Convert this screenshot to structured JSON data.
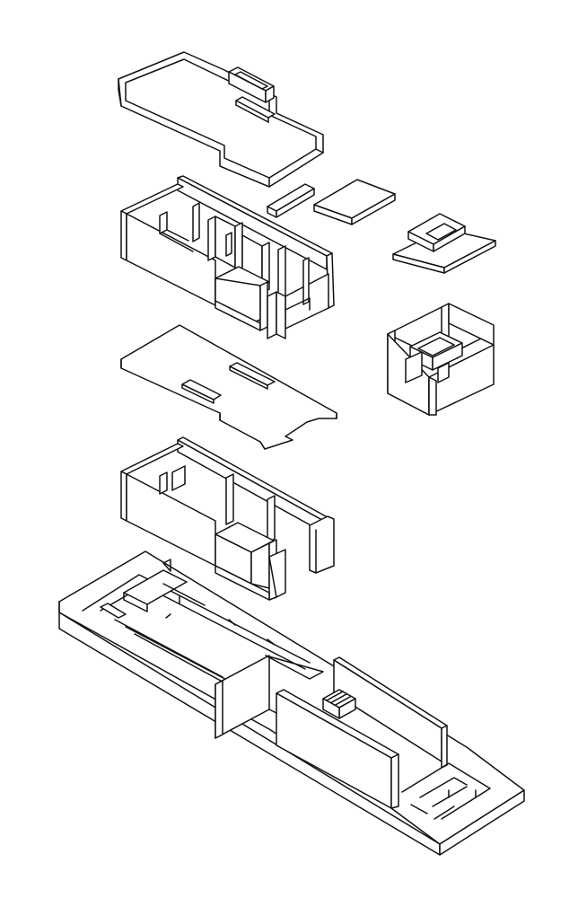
{
  "drawing": {
    "kind": "exploded axonometric building diagram",
    "line_color": "#111111",
    "background": "#ffffff",
    "components": [
      "roof-slab",
      "upper-walls",
      "skylight-panels",
      "annex-roof",
      "annex-walls",
      "intermediate-floor-slab",
      "lower-walls",
      "ground-plinth"
    ]
  }
}
